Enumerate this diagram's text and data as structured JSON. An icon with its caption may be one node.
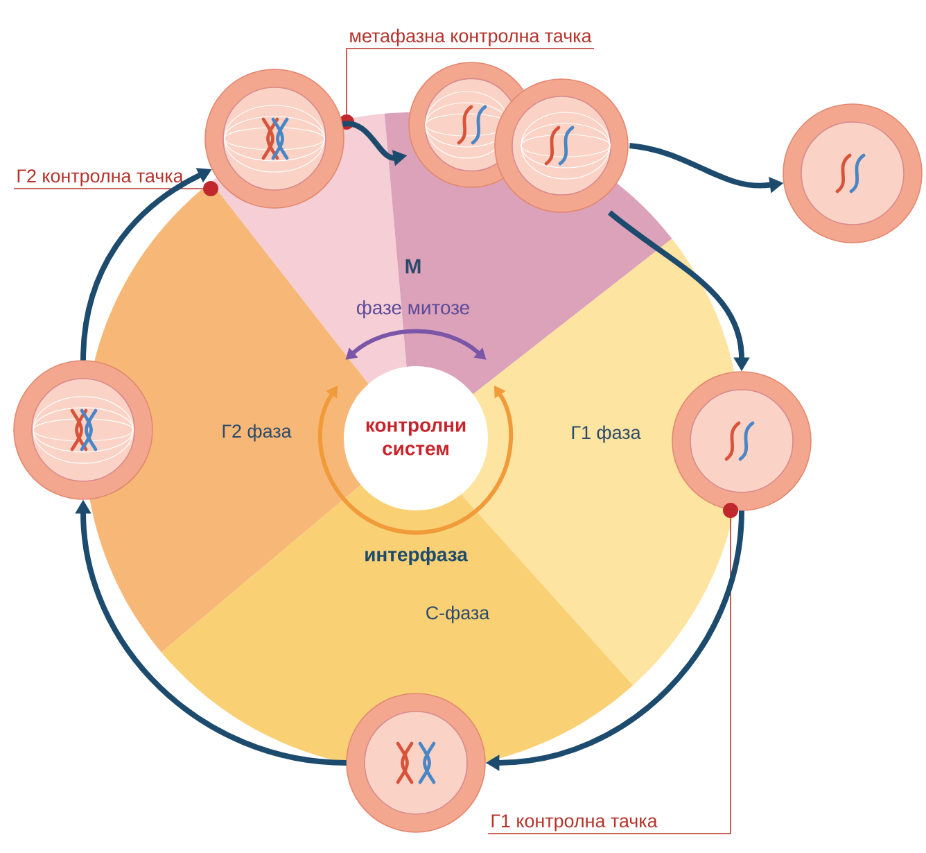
{
  "diagram": {
    "nodes": [
      {
        "text": [
          "метафазна контролна тачка"
        ]
      },
      {
        "text": [],
        "shape": "circle"
      },
      {
        "text": [
          "Г2 контролна тачка"
        ]
      },
      {
        "text": [],
        "shape": "circle"
      },
      {
        "text": [],
        "shape": "picture"
      },
      {
        "text": [],
        "shape": "picture"
      },
      {
        "text": [],
        "shape": "picture"
      },
      {
        "text": [],
        "shape": "picture"
      },
      {
        "text": [
          "контролни систем"
        ]
      },
      {
        "text": [],
        "shape": "picture"
      },
      {
        "text": [],
        "shape": "circle"
      },
      {
        "text": [],
        "shape": "picture"
      },
      {
        "text": [
          "Г1 контролна тачка"
        ]
      }
    ],
    "edges": [
      {
        "from": 0,
        "to": 1,
        "arrow": "none",
        "color": "#b5332a"
      },
      {
        "from": 2,
        "to": 3,
        "arrow": "none",
        "color": "#b5332a"
      },
      {
        "from": 12,
        "to": 10,
        "arrow": "none",
        "color": "#b5332a"
      },
      {
        "from": 11,
        "to": 7,
        "arrow": "to"
      },
      {
        "from": 7,
        "to": 4,
        "arrow": "to"
      },
      {
        "from": 4,
        "to": 5,
        "arrow": "to"
      },
      {
        "from": 5,
        "to": 6,
        "arrow": "to"
      },
      {
        "from": 5,
        "to": 9,
        "arrow": "to"
      },
      {
        "from": 9,
        "to": 11,
        "arrow": "to"
      }
    ],
    "labels": [
      "М",
      "фазе митозе",
      "Г2 фаза",
      "Г1 фаза",
      "интерфаза",
      "С-фаза"
    ]
  }
}
